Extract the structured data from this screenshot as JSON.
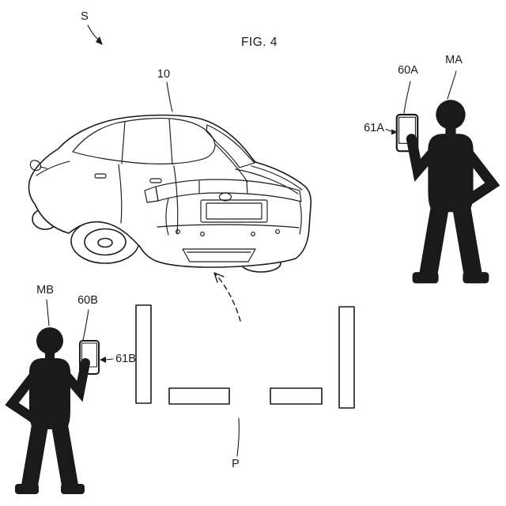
{
  "figure": {
    "title": "FIG. 4",
    "labels": {
      "system": "S",
      "car": "10",
      "person_a": "MA",
      "phone_a": "60A",
      "screen_a": "61A",
      "person_b": "MB",
      "phone_b": "60B",
      "screen_b": "61B",
      "parking": "P"
    },
    "colors": {
      "ink": "#1a1a1a",
      "paper": "#ffffff"
    }
  }
}
